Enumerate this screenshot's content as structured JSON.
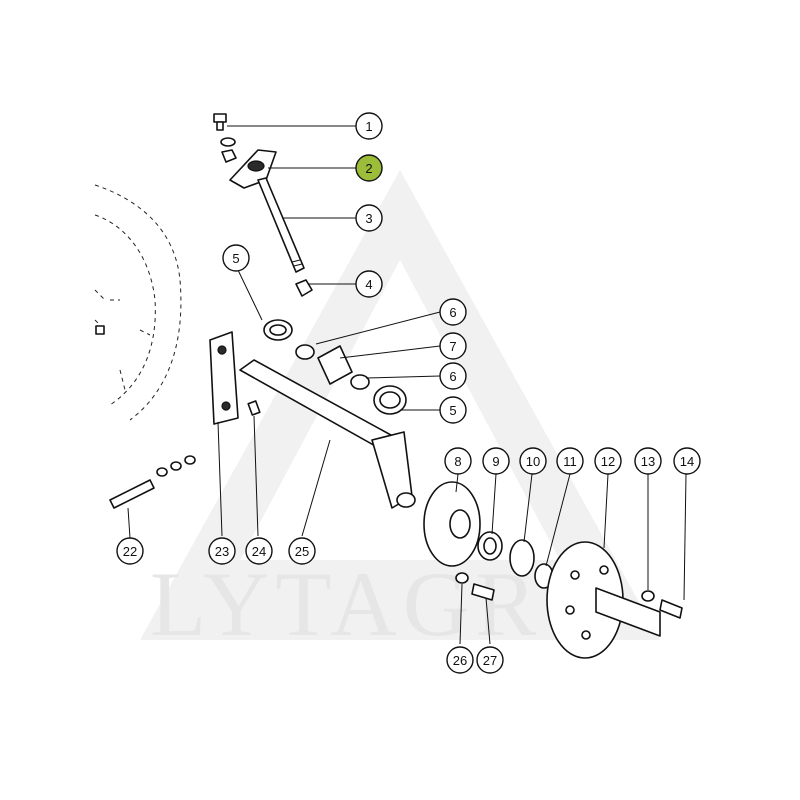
{
  "watermark": {
    "text": "LYTAGR"
  },
  "highlight_color": "#9bbd3a",
  "callouts": [
    {
      "id": "c1",
      "label": "1"
    },
    {
      "id": "c2",
      "label": "2",
      "highlighted": true
    },
    {
      "id": "c3",
      "label": "3"
    },
    {
      "id": "c4",
      "label": "4"
    },
    {
      "id": "c5a",
      "label": "5"
    },
    {
      "id": "c6a",
      "label": "6"
    },
    {
      "id": "c7",
      "label": "7"
    },
    {
      "id": "c6b",
      "label": "6"
    },
    {
      "id": "c5b",
      "label": "5"
    },
    {
      "id": "c8",
      "label": "8"
    },
    {
      "id": "c9",
      "label": "9"
    },
    {
      "id": "c10",
      "label": "10"
    },
    {
      "id": "c11",
      "label": "11"
    },
    {
      "id": "c12",
      "label": "12"
    },
    {
      "id": "c13",
      "label": "13"
    },
    {
      "id": "c14",
      "label": "14"
    },
    {
      "id": "c22",
      "label": "22"
    },
    {
      "id": "c23",
      "label": "23"
    },
    {
      "id": "c24",
      "label": "24"
    },
    {
      "id": "c25",
      "label": "25"
    },
    {
      "id": "c26",
      "label": "26"
    },
    {
      "id": "c27",
      "label": "27"
    }
  ]
}
